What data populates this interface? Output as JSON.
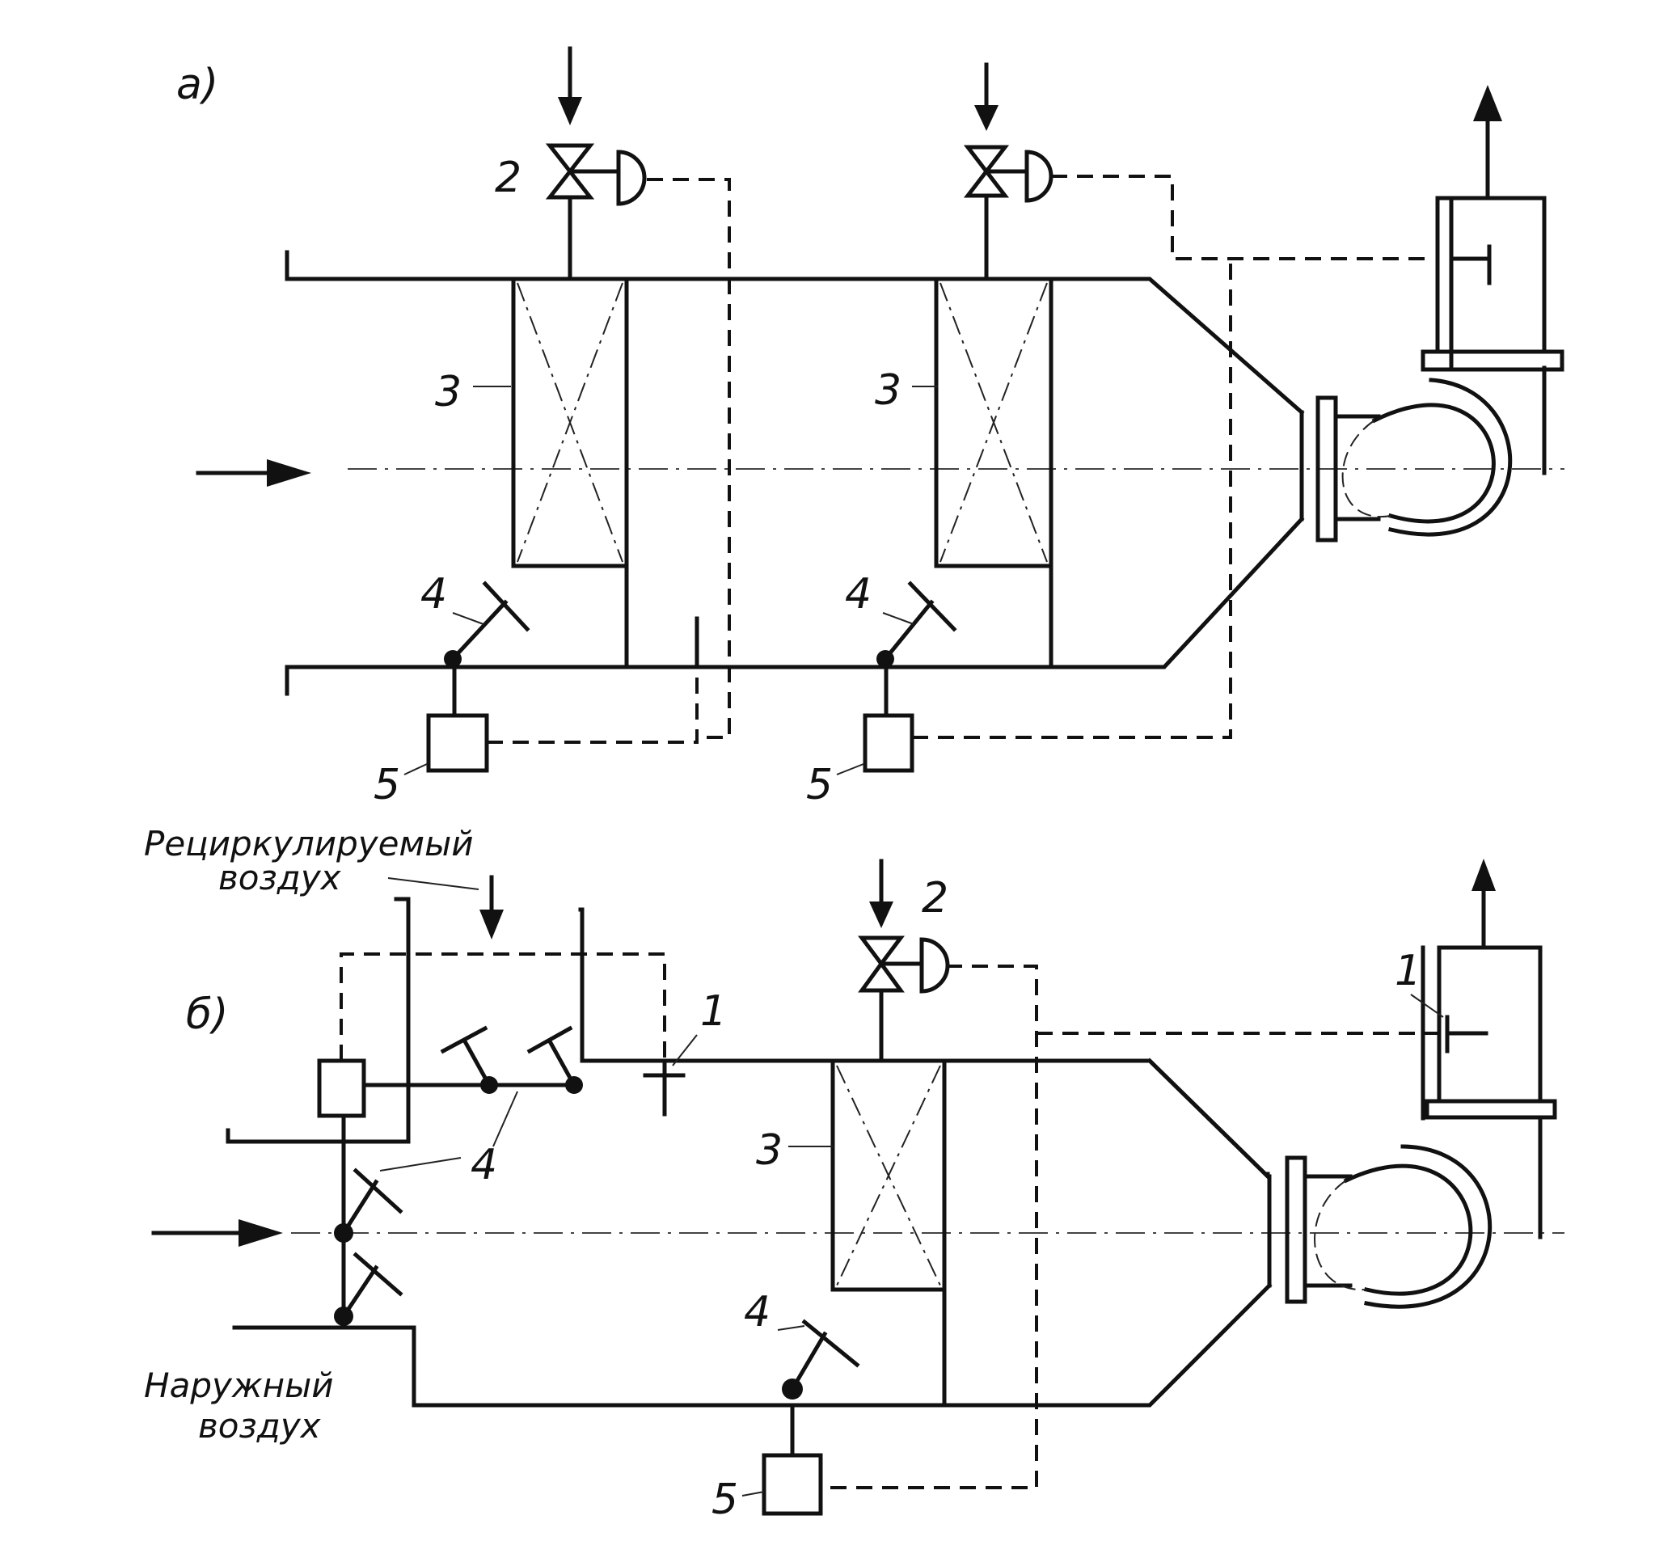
{
  "panels": [
    {
      "letter": "а)",
      "labels": {
        "valve": "2",
        "heater_1": "3",
        "heater_2": "3",
        "damper_1": "4",
        "damper_2": "4",
        "actuator_1": "5",
        "actuator_2": "5"
      }
    },
    {
      "letter": "б)",
      "labels": {
        "valve": "2",
        "sensor_duct": "1",
        "sensor_out": "1",
        "heater": "3",
        "damper_group": "4",
        "damper_bottom": "4",
        "actuator": "5"
      },
      "captions": {
        "recirculated_line1": "Рециркулируемый",
        "recirculated_line2": "воздух",
        "outdoor_line1": "Наружный",
        "outdoor_line2": "воздух"
      }
    }
  ],
  "colors": {
    "ink": "#111111",
    "paper": "#ffffff"
  }
}
